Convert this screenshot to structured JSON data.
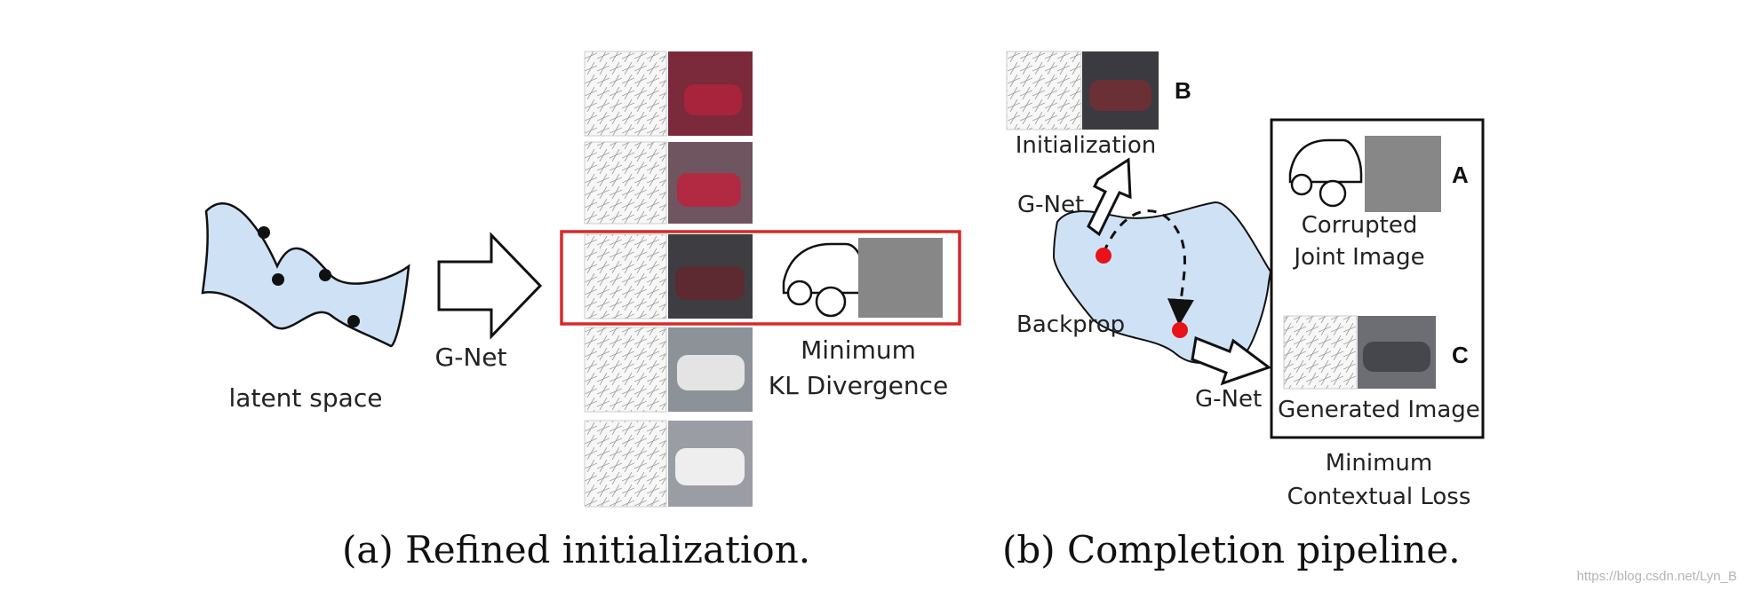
{
  "panel_a": {
    "latent_label": "latent space",
    "gnet_label": "G-Net",
    "selection_label_line1": "Minimum",
    "selection_label_line2": "KL Divergence",
    "selection_border_color": "#d42a2a"
  },
  "panel_b": {
    "init_label": "Initialization",
    "init_marker": "B",
    "gnet_up_label": "G-Net",
    "backprop_label": "Backprop",
    "gnet_down_label": "G-Net",
    "corrupted_line1": "Corrupted",
    "corrupted_line2": "Joint Image",
    "corrupted_marker": "A",
    "generated_label": "Generated Image",
    "generated_marker": "C",
    "loss_line1": "Minimum",
    "loss_line2": "Contextual Loss",
    "dot_color": "#e8121a"
  },
  "captions": {
    "a": "(a) Refined initialization.",
    "b": "(b) Completion pipeline."
  },
  "colors": {
    "manifold_fill": "#cfe2f5",
    "mask_gray": "#878787"
  },
  "watermark": "https://blog.csdn.net/Lyn_B"
}
